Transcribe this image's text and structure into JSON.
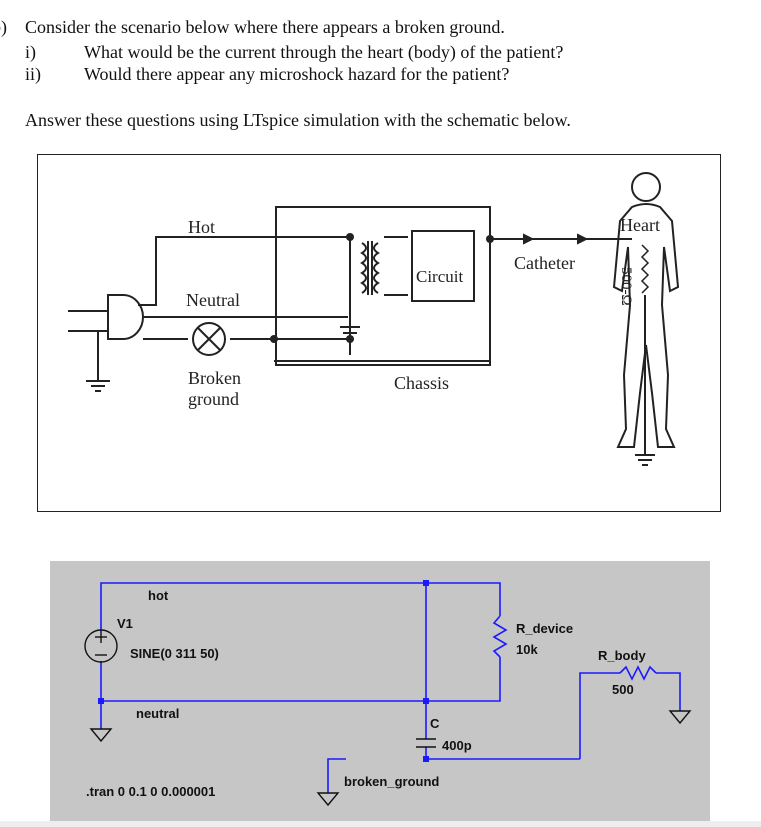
{
  "question": {
    "prefix": "b)",
    "intro": "Consider the scenario below where there appears a broken ground.",
    "items": [
      {
        "num": "i)",
        "text": "What would be the current through the heart (body) of the patient?"
      },
      {
        "num": "ii)",
        "text": "Would there appear any microshock hazard for the patient?"
      }
    ],
    "instruction": "Answer these questions using LTspice simulation with the schematic below."
  },
  "scenario_figure": {
    "labels": {
      "hot": "Hot",
      "neutral": "Neutral",
      "broken_ground": [
        "Broken",
        "ground"
      ],
      "circuit": "Circuit",
      "chassis": "Chassis",
      "catheter": "Catheter",
      "heart": "Heart",
      "resistance": "500-Ω"
    }
  },
  "ltspice": {
    "source_name": "V1",
    "source_value": "SINE(0 311 50)",
    "net_hot": "hot",
    "net_neutral": "neutral",
    "net_broken_ground": "broken_ground",
    "r_device_name": "R_device",
    "r_device_value": "10k",
    "r_body_name": "R_body",
    "r_body_value": "500",
    "cap_name": "C",
    "cap_value": "400p",
    "directive": ".tran 0 0.1 0 0.000001",
    "wire_color": "#1a1aff"
  }
}
